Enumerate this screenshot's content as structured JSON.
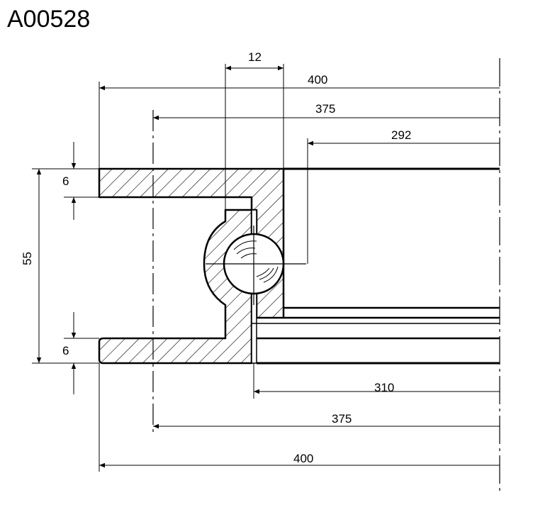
{
  "drawing": {
    "id": "A00528",
    "dims": {
      "ball": "12",
      "outer_top": "400",
      "pitch_top": "375",
      "inner_top": "292",
      "flange_top": "6",
      "height": "55",
      "flange_bottom": "6",
      "inner_bottom": "310",
      "pitch_bottom": "375",
      "outer_bottom": "400"
    }
  },
  "colors": {
    "line": "#000000",
    "background": "#ffffff"
  }
}
